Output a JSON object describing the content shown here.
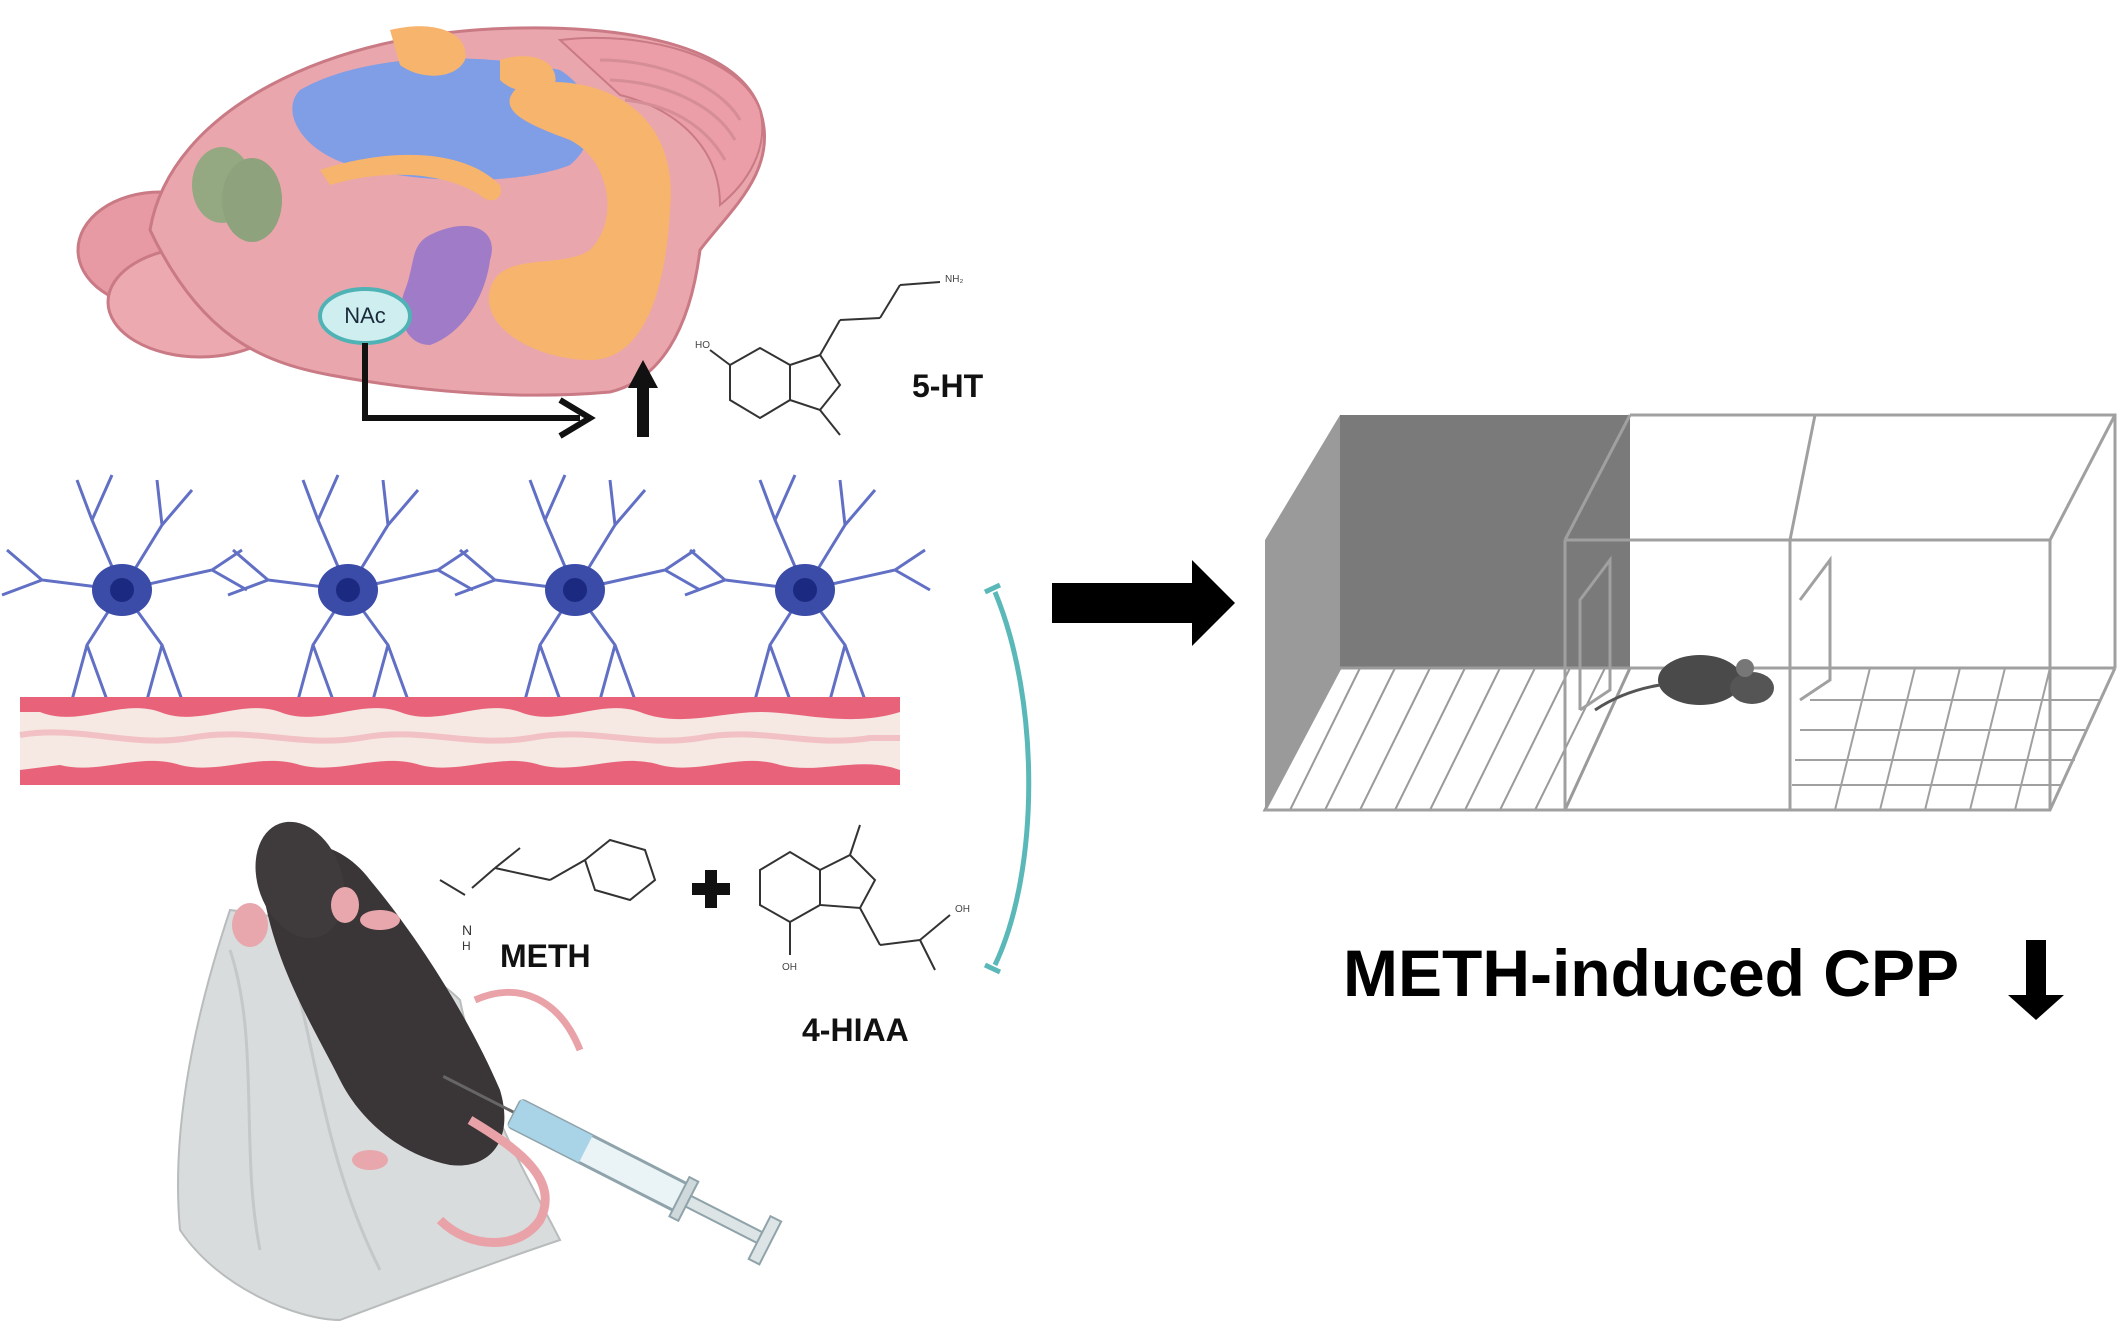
{
  "labels": {
    "nac": "NAc",
    "serotonin": "5-HT",
    "meth": "METH",
    "hiaa": "4-HIAA",
    "outcome": "METH-induced CPP"
  },
  "icons": {
    "increase": "up-arrow-icon",
    "decrease": "down-arrow-icon",
    "plus": "plus-icon",
    "flow": "right-arrow-icon"
  },
  "colors": {
    "brain": "#eaa6ad",
    "neuron": "#3b4ba8",
    "vessel": "#e8627a",
    "cpp_dark_chamber": "#7a7a7a",
    "feedback_arc": "#5ab8b8"
  }
}
